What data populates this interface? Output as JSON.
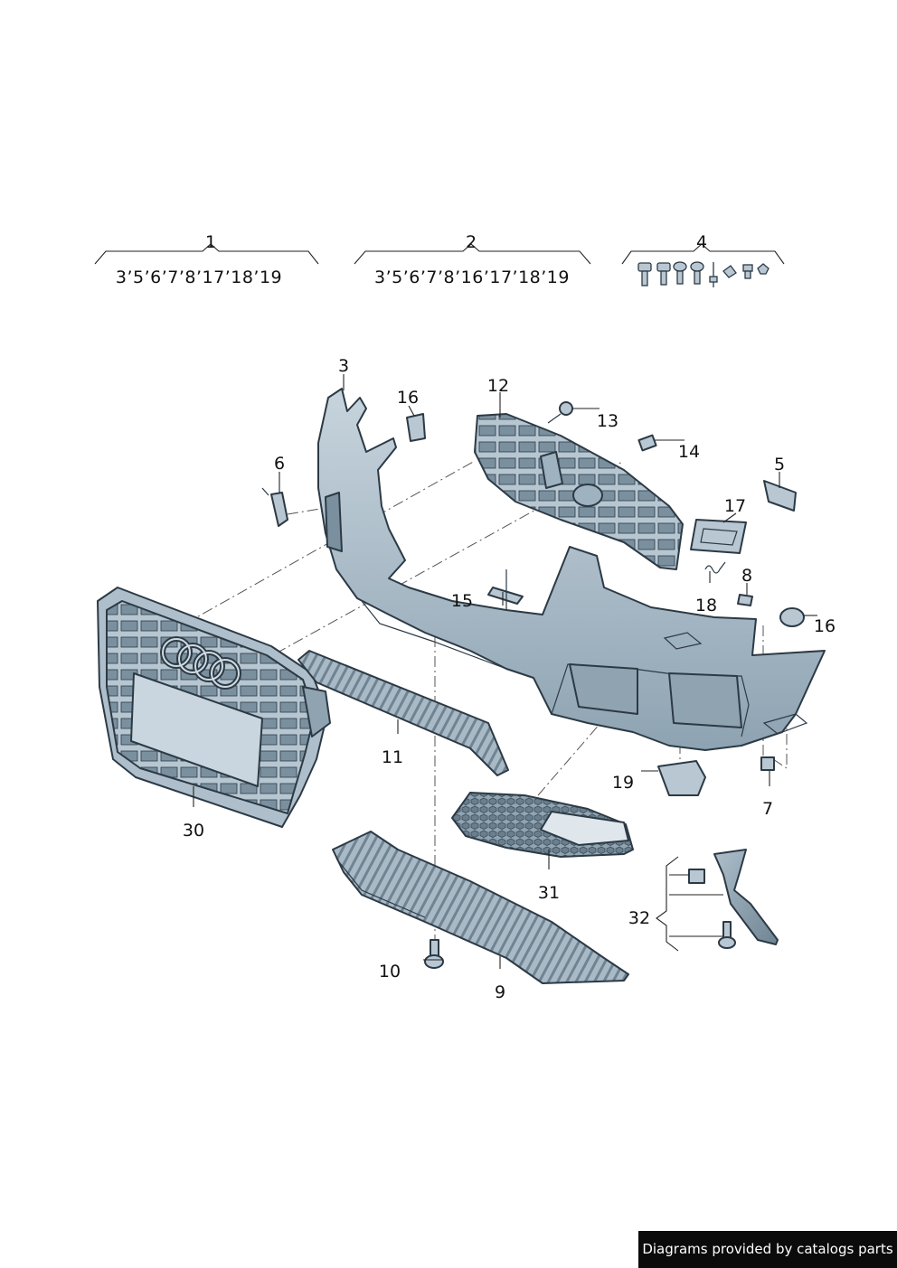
{
  "groups": [
    {
      "number": "1",
      "contents": "3’5’6’7’8’17’18’19"
    },
    {
      "number": "2",
      "contents": "3’5’6’7’8’16’17’18’19"
    },
    {
      "number": "4",
      "contents": ""
    }
  ],
  "callouts": {
    "c3": "3",
    "c16a": "16",
    "c12": "12",
    "c13": "13",
    "c14": "14",
    "c6": "6",
    "c5": "5",
    "c17": "17",
    "c15": "15",
    "c8": "8",
    "c18": "18",
    "c16b": "16",
    "c11": "11",
    "c30": "30",
    "c19": "19",
    "c7": "7",
    "c31": "31",
    "c32": "32",
    "c10": "10",
    "c9": "9"
  },
  "credit": "Diagrams provided by catalogs parts",
  "colors": {
    "part_fill": "#9fb2c0",
    "part_light": "#c9d6df",
    "part_dark": "#6f8493",
    "outline": "#2c3a45"
  }
}
